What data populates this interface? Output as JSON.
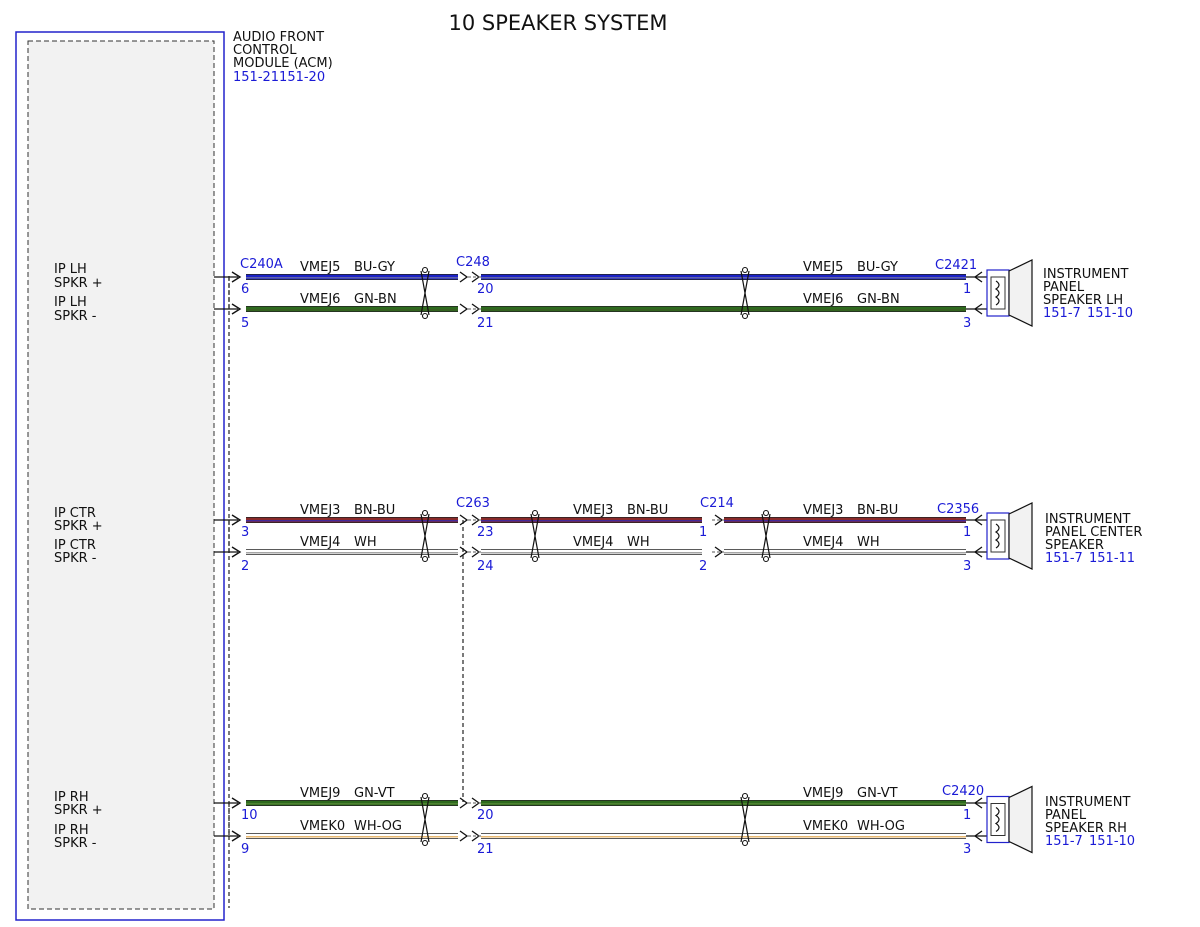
{
  "title": "10 SPEAKER SYSTEM",
  "module": {
    "lines": [
      "AUDIO FRONT",
      "CONTROL",
      "MODULE (ACM)"
    ],
    "ref": "151-21151-20"
  },
  "connectors": {
    "c240a": "C240A",
    "c248": "C248",
    "c2421": "C2421",
    "c263": "C263",
    "c214": "C214",
    "c2356": "C2356",
    "c2420": "C2420"
  },
  "circuits": [
    {
      "id": "lh_plus",
      "acm_label": [
        "IP LH",
        "SPKR +"
      ],
      "acm_pin": "6",
      "mid_pin": "20",
      "spk_pin": "1",
      "circuit": "VMEJ5",
      "color_code": "BU-GY",
      "wire_colors": [
        "#1c22c8",
        "#7a7aa0"
      ]
    },
    {
      "id": "lh_minus",
      "acm_label": [
        "IP LH",
        "SPKR -"
      ],
      "acm_pin": "5",
      "mid_pin": "21",
      "spk_pin": "3",
      "circuit": "VMEJ6",
      "color_code": "GN-BN",
      "wire_colors": [
        "#2e6b1e",
        "#3d5a22"
      ]
    },
    {
      "id": "ctr_plus",
      "acm_label": [
        "IP CTR",
        "SPKR +"
      ],
      "acm_pin": "3",
      "mid_pin": "23",
      "c214_pin": "1",
      "spk_pin": "1",
      "circuit": "VMEJ3",
      "color_code": "BN-BU",
      "wire_colors": [
        "#8a2a2a",
        "#2a2ac0"
      ]
    },
    {
      "id": "ctr_minus",
      "acm_label": [
        "IP CTR",
        "SPKR -"
      ],
      "acm_pin": "2",
      "mid_pin": "24",
      "c214_pin": "2",
      "spk_pin": "3",
      "circuit": "VMEJ4",
      "color_code": "WH",
      "wire_colors": [
        "#ffffff",
        "#888888"
      ]
    },
    {
      "id": "rh_plus",
      "acm_label": [
        "IP RH",
        "SPKR +"
      ],
      "acm_pin": "10",
      "mid_pin": "20",
      "spk_pin": "1",
      "circuit": "VMEJ9",
      "color_code": "GN-VT",
      "wire_colors": [
        "#2e6b1e",
        "#5a8a3a"
      ]
    },
    {
      "id": "rh_minus",
      "acm_label": [
        "IP RH",
        "SPKR -"
      ],
      "acm_pin": "9",
      "mid_pin": "21",
      "spk_pin": "3",
      "circuit": "VMEK0",
      "color_code": "WH-OG",
      "wire_colors": [
        "#ffffff",
        "#e0a040"
      ]
    }
  ],
  "speakers": [
    {
      "id": "lh",
      "lines": [
        "INSTRUMENT",
        "PANEL",
        "SPEAKER LH"
      ],
      "refs": [
        "151-7",
        "151-10"
      ]
    },
    {
      "id": "ctr",
      "lines": [
        "INSTRUMENT",
        "PANEL CENTER",
        "SPEAKER"
      ],
      "refs": [
        "151-7",
        "151-11"
      ]
    },
    {
      "id": "rh",
      "lines": [
        "INSTRUMENT",
        "PANEL",
        "SPEAKER RH"
      ],
      "refs": [
        "151-7",
        "151-10"
      ]
    }
  ]
}
